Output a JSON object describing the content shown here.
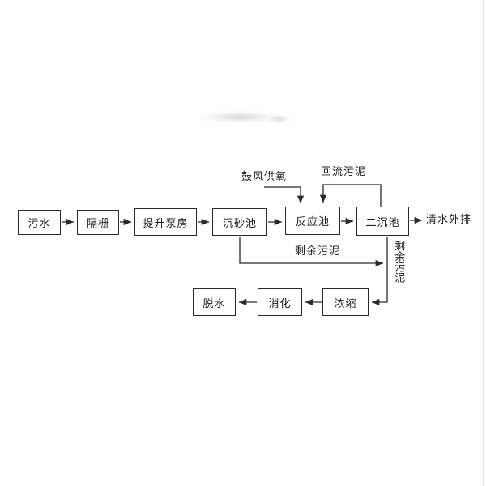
{
  "diagram": {
    "type": "flowchart",
    "subject": "wastewater-treatment-process",
    "colors": {
      "line": "#2a2a2a",
      "background": "#ffffff",
      "text": "#1c1c1c"
    },
    "nodes": {
      "wushui": {
        "label": "污水"
      },
      "gezha": {
        "label": "隔栅"
      },
      "tishengbengfang": {
        "label": "提升泵房"
      },
      "chenshachi": {
        "label": "沉砂池"
      },
      "fanyingchi": {
        "label": "反应池"
      },
      "erchenchi": {
        "label": "二沉池"
      },
      "nongsuo": {
        "label": "浓缩"
      },
      "xiaohua": {
        "label": "消化"
      },
      "tuoshui": {
        "label": "脱水"
      }
    },
    "flow_labels": {
      "clean_water_out": "清水外排",
      "blower_oxygen": "鼓风供氧",
      "return_sludge": "回流污泥",
      "excess_sludge_horizontal": "剩余污泥",
      "excess_sludge_vertical": "剩余污泥"
    }
  }
}
